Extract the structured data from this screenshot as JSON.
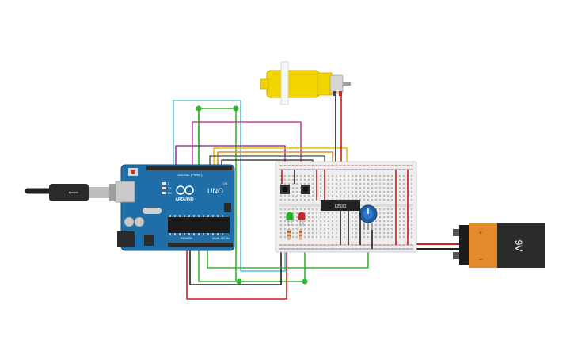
{
  "arduino": {
    "brand": "ARDUINO",
    "model": "UNO",
    "header_digital": "DIGITAL (PWM~)",
    "header_power": "POWER",
    "header_analog": "ANALOG IN",
    "led_l": "L",
    "led_tx": "TX",
    "led_rx": "RX",
    "on_label": "ON"
  },
  "breadboard": {
    "ic_label": "L293D"
  },
  "battery": {
    "label": "9V"
  },
  "wire_colors": {
    "red": "#d11a1a",
    "black": "#222222",
    "green": "#2eb82e",
    "cyan": "#5bc0d6",
    "purple": "#9b3aa6",
    "magenta": "#c2449a",
    "yellow": "#e8c100",
    "orange": "#e88a1f",
    "gray": "#888888"
  }
}
